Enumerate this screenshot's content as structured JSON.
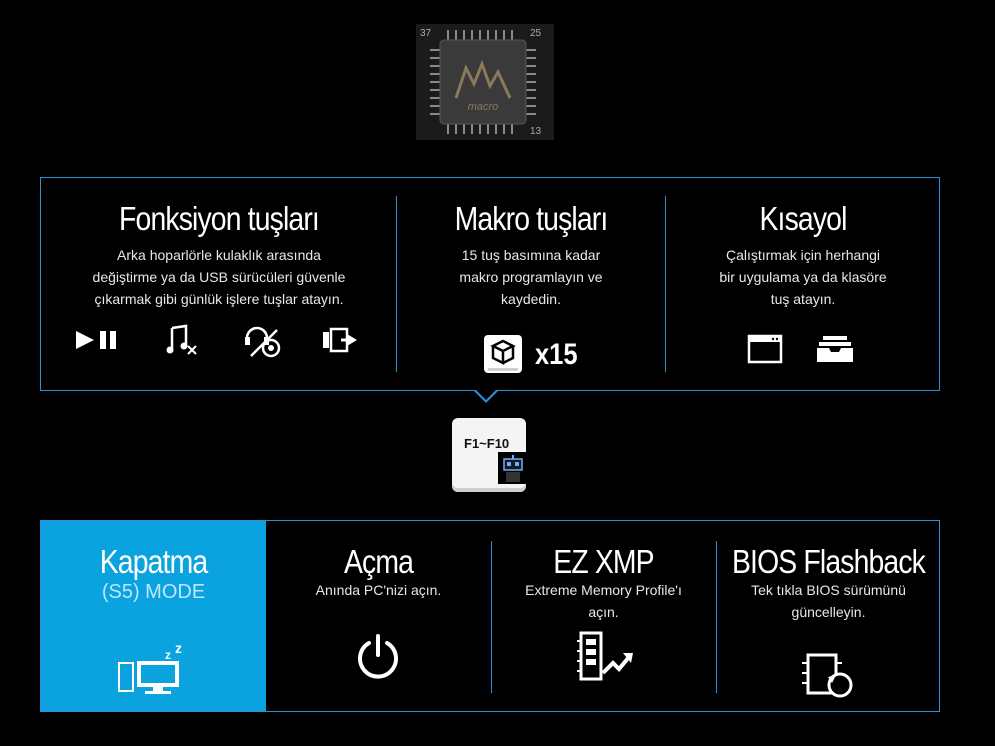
{
  "chip": {
    "text": "macro",
    "pin_labels": [
      "37",
      "25",
      "13"
    ]
  },
  "top": {
    "columns": [
      {
        "title": "Fonksiyon tuşları",
        "desc": [
          "Arka hoparlörle kulaklık arasında",
          "değiştirme ya da USB sürücüleri güvenle",
          "çıkarmak gibi günlük işlere tuşlar atayın."
        ],
        "icons": [
          "play-pause-icon",
          "music-mute-icon",
          "headphone-speaker-switch-icon",
          "usb-eject-icon"
        ]
      },
      {
        "title": "Makro tuşları",
        "desc": [
          "15 tuş basımına kadar",
          "makro programlayın ve",
          "kaydedin."
        ],
        "icons": [
          "macro-box-icon"
        ],
        "count": "x15"
      },
      {
        "title": "Kısayol",
        "desc": [
          "Çalıştırmak için herhangi",
          "bir uygulama ya da klasöre",
          "tuş atayın."
        ],
        "icons": [
          "app-window-icon",
          "folder-tray-icon"
        ]
      }
    ]
  },
  "key": {
    "label": "F1~F10",
    "icon": "robot-icon"
  },
  "bottom": {
    "columns": [
      {
        "title": "Kapatma",
        "subtitle": "(S5) MODE",
        "icon": "pc-sleep-icon",
        "accent": "#0aa3e0"
      },
      {
        "title": "Açma",
        "desc": [
          "Anında PC'nizi açın."
        ],
        "icon": "power-icon"
      },
      {
        "title": "EZ XMP",
        "desc": [
          "Extreme Memory Profile'ı",
          "açın."
        ],
        "icon": "memory-boost-icon"
      },
      {
        "title": "BIOS Flashback",
        "desc": [
          "Tek tıkla BIOS sürümünü",
          "güncelleyin."
        ],
        "icon": "bios-refresh-icon"
      }
    ]
  },
  "colors": {
    "border": "#2f8fd6",
    "accent": "#0aa3e0",
    "background": "#000000"
  }
}
